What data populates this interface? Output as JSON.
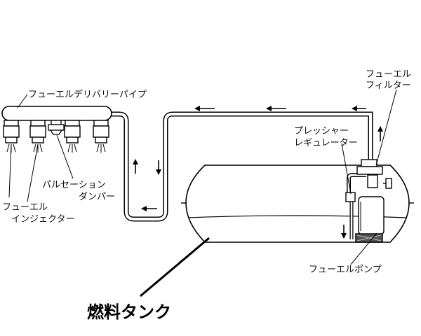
{
  "labels": {
    "delivery_pipe": "フューエルデリバリーパイプ",
    "fuel_filter_1": "フューエル",
    "fuel_filter_2": "フィルター",
    "regulator_1": "プレッシャー",
    "regulator_2": "レギュレーター",
    "damper_1": "パルセーション",
    "damper_2": "ダンパー",
    "injector_1": "フューエル",
    "injector_2": "インジェクター",
    "fuel_pump": "フューエルポンプ",
    "fuel_tank": "燃料タンク"
  },
  "colors": {
    "line": "#000000",
    "background": "#ffffff"
  },
  "icons": [
    "arrow-left-icon",
    "arrow-up-icon",
    "arrow-down-icon"
  ]
}
